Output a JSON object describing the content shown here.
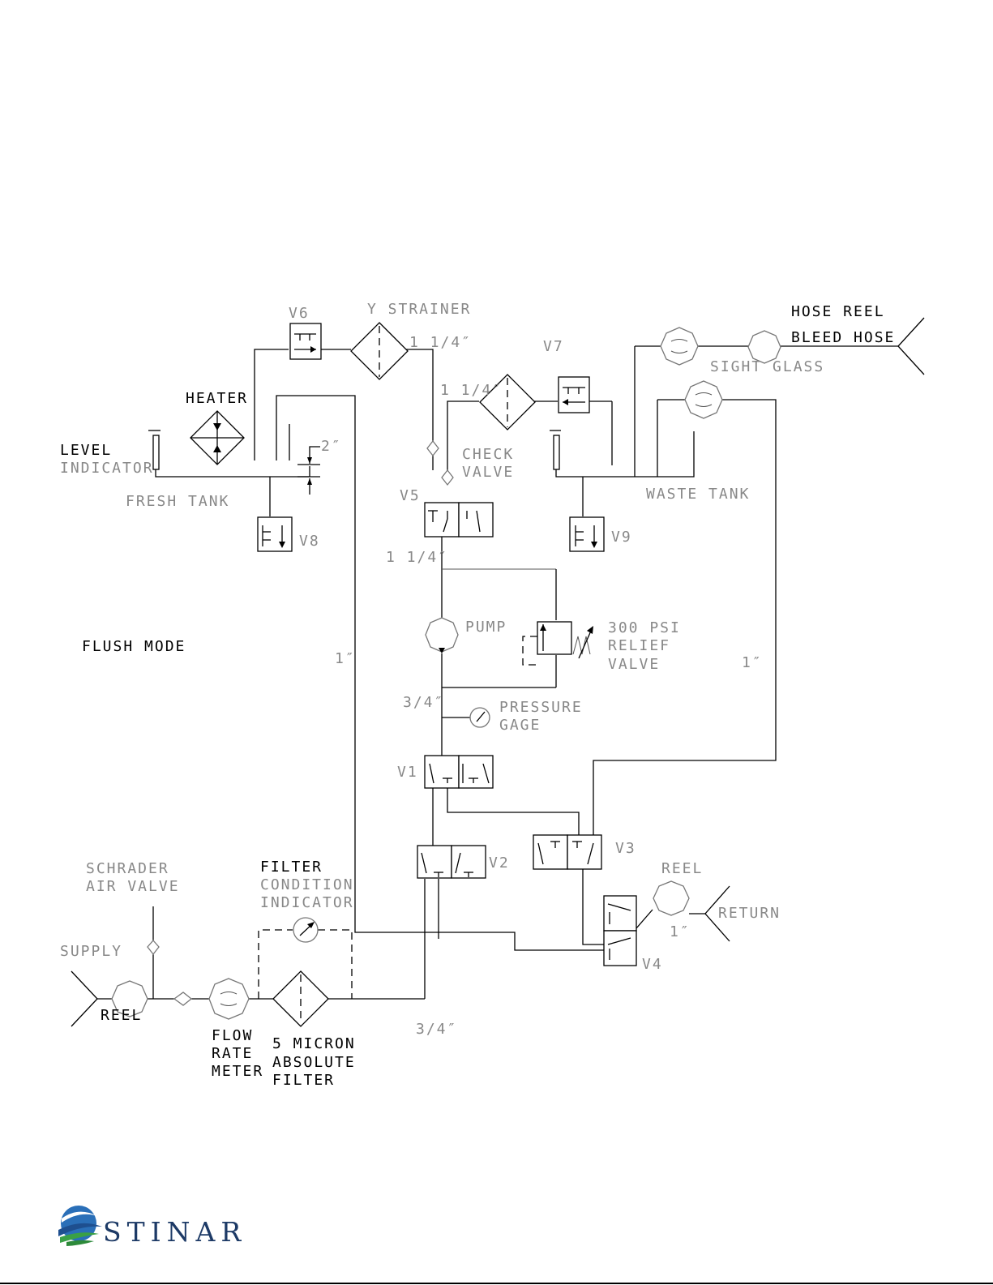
{
  "diagram": {
    "mode": "FLUSH MODE",
    "components": {
      "v6": "V6",
      "y_strainer": "Y STRAINER",
      "heater": "HEATER",
      "level_indicator_1": "LEVEL",
      "level_indicator_2": "INDICATOR",
      "fresh_tank": "FRESH TANK",
      "v8": "V8",
      "v7": "V7",
      "hose_reel": "HOSE REEL",
      "bleed_hose": "BLEED HOSE",
      "sight_glass": "SIGHT GLASS",
      "check_valve_1": "CHECK",
      "check_valve_2": "VALVE",
      "v5": "V5",
      "waste_tank": "WASTE TANK",
      "v9": "V9",
      "pump": "PUMP",
      "relief_1": "300 PSI",
      "relief_2": "RELIEF",
      "relief_3": "VALVE",
      "pressure_gage_1": "PRESSURE",
      "pressure_gage_2": "GAGE",
      "v1": "V1",
      "v2": "V2",
      "v3": "V3",
      "v4": "V4",
      "reel_right": "REEL",
      "return": "RETURN",
      "schrader_1": "SCHRADER",
      "schrader_2": "AIR VALVE",
      "filter_cond_1": "FILTER",
      "filter_cond_2": "CONDITION",
      "filter_cond_3": "INDICATOR",
      "supply": "SUPPLY",
      "reel_left": "REEL",
      "flow_meter_1": "FLOW",
      "flow_meter_2": "RATE",
      "flow_meter_3": "METER",
      "micron_filter_1": "5 MICRON",
      "micron_filter_2": "ABSOLUTE",
      "micron_filter_3": "FILTER"
    },
    "sizes": {
      "strainer_out": "1 1/4″",
      "v7_filter_in": "1 1/4″",
      "tank_level": "2″",
      "pump_in": "1 1/4″",
      "return_line_left": "1″",
      "return_line_right": "1″",
      "pump_out": "3/4″",
      "supply_line": "3/4″",
      "reel_return": "1″"
    }
  },
  "brand": {
    "name": "STINAR"
  }
}
